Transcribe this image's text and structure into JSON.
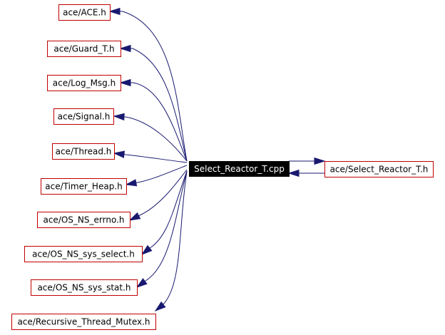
{
  "diagram": {
    "colors": {
      "edge": "#191970",
      "node_border": "#c00000",
      "center_fill": "#000000",
      "center_text": "#ffffff"
    },
    "center": {
      "id": "center",
      "label": "Select_Reactor_T.cpp"
    },
    "nodes": [
      {
        "id": "ace-h",
        "label": "ace/ACE.h"
      },
      {
        "id": "guard-t-h",
        "label": "ace/Guard_T.h"
      },
      {
        "id": "log-msg-h",
        "label": "ace/Log_Msg.h"
      },
      {
        "id": "signal-h",
        "label": "ace/Signal.h"
      },
      {
        "id": "thread-h",
        "label": "ace/Thread.h"
      },
      {
        "id": "timer-heap-h",
        "label": "ace/Timer_Heap.h"
      },
      {
        "id": "os-ns-errno-h",
        "label": "ace/OS_NS_errno.h"
      },
      {
        "id": "os-ns-sys-select-h",
        "label": "ace/OS_NS_sys_select.h"
      },
      {
        "id": "os-ns-sys-stat-h",
        "label": "ace/OS_NS_sys_stat.h"
      },
      {
        "id": "recursive-thread-mutex-h",
        "label": "ace/Recursive_Thread_Mutex.h"
      },
      {
        "id": "select-reactor-t-h",
        "label": "ace/Select_Reactor_T.h"
      }
    ],
    "edges": [
      {
        "from": "center",
        "to": "ace-h"
      },
      {
        "from": "center",
        "to": "guard-t-h"
      },
      {
        "from": "center",
        "to": "log-msg-h"
      },
      {
        "from": "center",
        "to": "signal-h"
      },
      {
        "from": "center",
        "to": "thread-h"
      },
      {
        "from": "center",
        "to": "timer-heap-h"
      },
      {
        "from": "center",
        "to": "os-ns-errno-h"
      },
      {
        "from": "center",
        "to": "os-ns-sys-select-h"
      },
      {
        "from": "center",
        "to": "os-ns-sys-stat-h"
      },
      {
        "from": "center",
        "to": "recursive-thread-mutex-h"
      },
      {
        "from": "center",
        "to": "select-reactor-t-h"
      },
      {
        "from": "select-reactor-t-h",
        "to": "center"
      }
    ]
  }
}
